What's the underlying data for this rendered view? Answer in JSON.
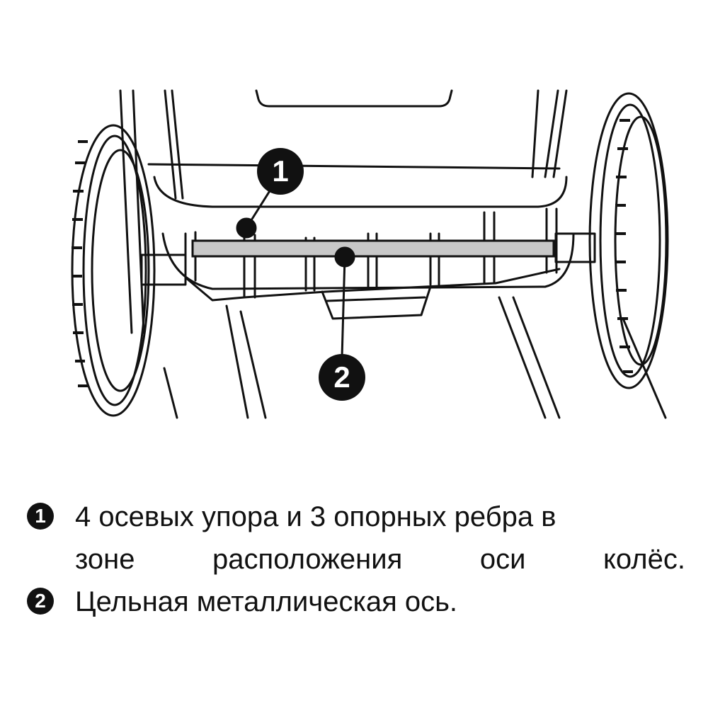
{
  "callouts": [
    {
      "number": "1"
    },
    {
      "number": "2"
    }
  ],
  "legend": [
    {
      "number": "1",
      "line1": "4 осевых упора и 3 опорных ребра в",
      "line2": "зоне расположения оси колёс."
    },
    {
      "number": "2",
      "line1": "Цельная металлическая ось."
    }
  ]
}
